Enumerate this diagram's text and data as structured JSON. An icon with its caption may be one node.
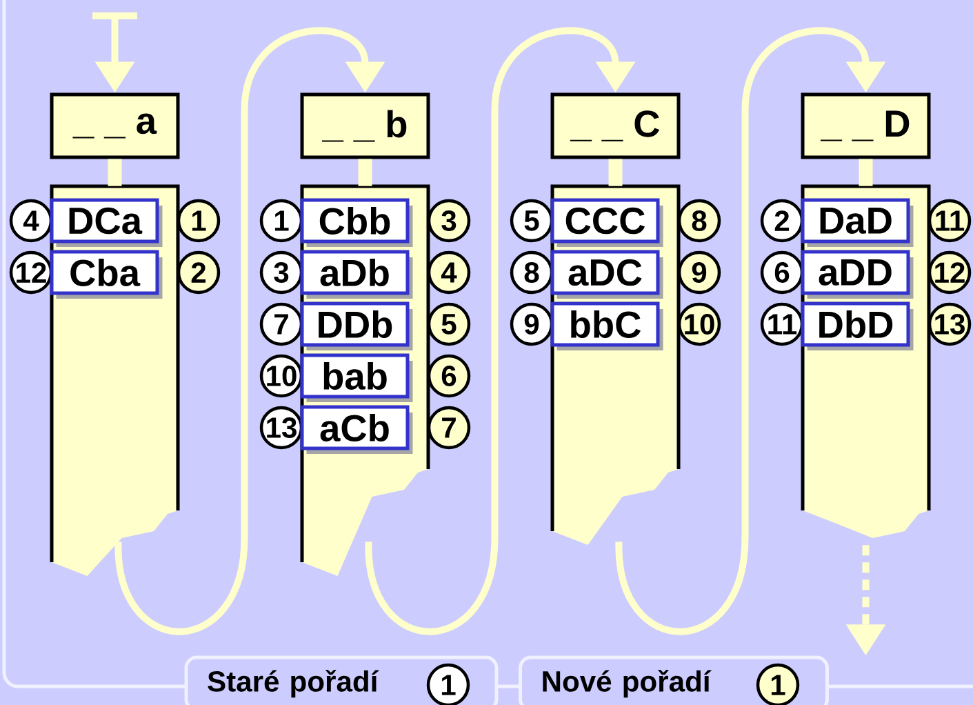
{
  "diagram": {
    "nodes": [
      {
        "text": [
          "_ _ a"
        ]
      },
      {
        "text": [],
        "shape": "bar"
      },
      {
        "text": [
          "4"
        ]
      },
      {
        "text": [
          "DCa"
        ],
        "in": 1
      },
      {
        "text": [
          "1"
        ]
      },
      {
        "text": [
          "12"
        ]
      },
      {
        "text": [
          "Cba"
        ],
        "in": 1
      },
      {
        "text": [
          "2"
        ]
      },
      {
        "text": [
          "_ _ b"
        ]
      },
      {
        "text": [],
        "shape": "bar"
      },
      {
        "text": [
          "1"
        ]
      },
      {
        "text": [
          "Cbb"
        ],
        "in": 9
      },
      {
        "text": [
          "3"
        ]
      },
      {
        "text": [
          "3"
        ]
      },
      {
        "text": [
          "aDb"
        ],
        "in": 9
      },
      {
        "text": [
          "4"
        ]
      },
      {
        "text": [
          "7"
        ]
      },
      {
        "text": [
          "DDb"
        ],
        "in": 9
      },
      {
        "text": [
          "5"
        ]
      },
      {
        "text": [
          "10"
        ]
      },
      {
        "text": [
          "bab"
        ],
        "in": 9
      },
      {
        "text": [
          "6"
        ]
      },
      {
        "text": [
          "13"
        ]
      },
      {
        "text": [
          "aCb"
        ],
        "in": 9
      },
      {
        "text": [
          "7"
        ]
      },
      {
        "text": [
          "_ _ C"
        ]
      },
      {
        "text": [],
        "shape": "bar"
      },
      {
        "text": [
          "5"
        ]
      },
      {
        "text": [
          "CCC"
        ],
        "in": 26
      },
      {
        "text": [
          "8"
        ]
      },
      {
        "text": [
          "8"
        ]
      },
      {
        "text": [
          "aDC"
        ],
        "in": 26
      },
      {
        "text": [
          "9"
        ]
      },
      {
        "text": [
          "9"
        ]
      },
      {
        "text": [
          "bbC"
        ],
        "in": 26
      },
      {
        "text": [
          "10"
        ]
      },
      {
        "text": [
          "_ _ D"
        ]
      },
      {
        "text": [],
        "shape": "bar"
      },
      {
        "text": [
          "2"
        ]
      },
      {
        "text": [
          "DaD"
        ],
        "in": 37
      },
      {
        "text": [
          "11"
        ]
      },
      {
        "text": [
          "6"
        ]
      },
      {
        "text": [
          "aDD"
        ],
        "in": 37
      },
      {
        "text": [
          "12"
        ]
      },
      {
        "text": [
          "11"
        ]
      },
      {
        "text": [
          "DbD"
        ],
        "in": 37
      },
      {
        "text": [
          "13"
        ]
      },
      {
        "text": [
          "Staré pořadí"
        ]
      },
      {
        "text": [
          "1"
        ],
        "in": 47
      },
      {
        "text": [
          "Nové pořadí"
        ]
      },
      {
        "text": [
          "1"
        ],
        "in": 49
      }
    ],
    "edges": [
      {
        "from": null,
        "to": 0,
        "arrow": "to"
      },
      {
        "from": 0,
        "to": 1,
        "arrow": "none",
        "style": "thick"
      },
      {
        "from": 1,
        "to": 8,
        "arrow": "to"
      },
      {
        "from": 8,
        "to": 9,
        "arrow": "none",
        "style": "thick"
      },
      {
        "from": 9,
        "to": 25,
        "arrow": "to"
      },
      {
        "from": 25,
        "to": 26,
        "arrow": "none",
        "style": "thick"
      },
      {
        "from": 26,
        "to": 36,
        "arrow": "to"
      },
      {
        "from": 36,
        "to": 37,
        "arrow": "none",
        "style": "thick"
      },
      {
        "from": 37,
        "to": null,
        "arrow": "to",
        "style": "dashed"
      }
    ]
  }
}
